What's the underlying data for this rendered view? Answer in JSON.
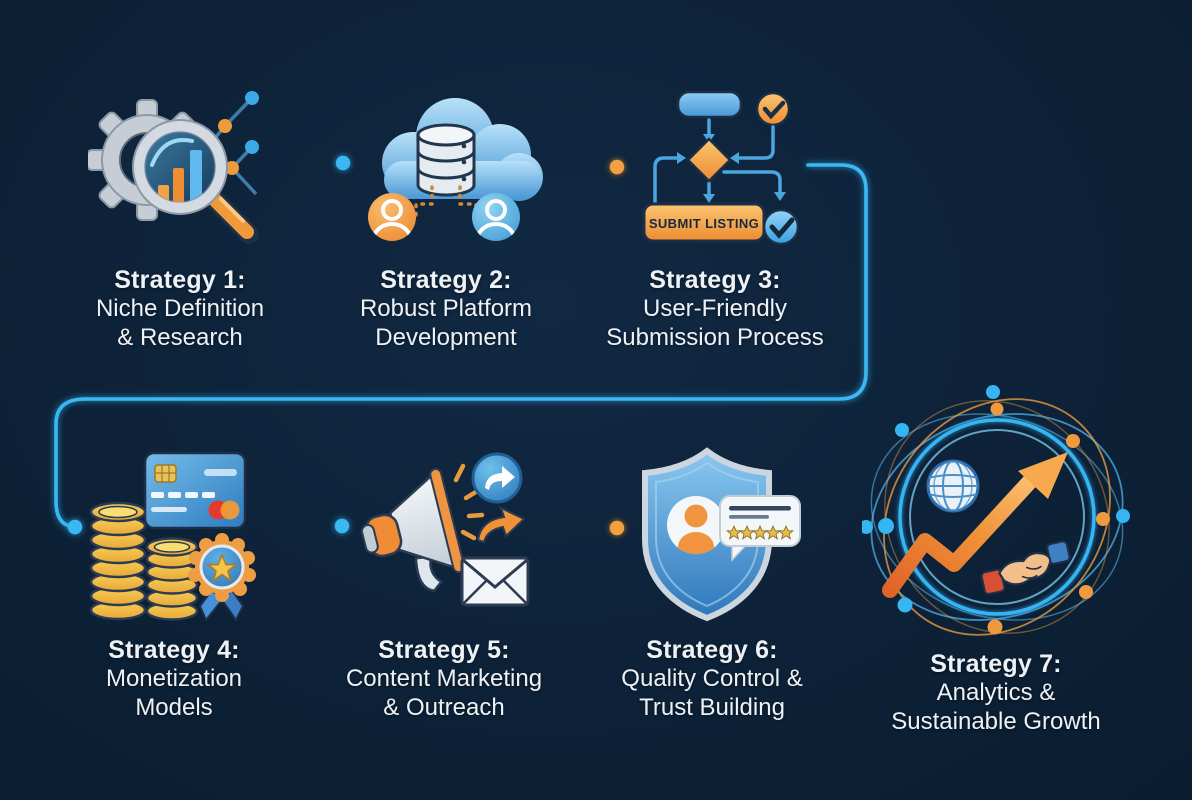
{
  "colors": {
    "background": "#0d2137",
    "accent_blue": "#38b6f0",
    "accent_orange": "#f0952f",
    "text": "#eef2f6"
  },
  "strategies": [
    {
      "title": "Strategy 1:",
      "lines": [
        "Niche Definition",
        "& Research"
      ],
      "icons": [
        "gear-icon",
        "magnifier-bar-chart-icon",
        "data-points-icon"
      ]
    },
    {
      "title": "Strategy 2:",
      "lines": [
        "Robust Platform",
        "Development"
      ],
      "icons": [
        "cloud-icon",
        "database-icon",
        "user-avatar-orange-icon",
        "user-avatar-blue-icon"
      ]
    },
    {
      "title": "Strategy 3:",
      "lines": [
        "User-Friendly",
        "Submission Process"
      ],
      "button_label": "SUBMIT LISTING",
      "icons": [
        "flowchart-start-icon",
        "check-circle-orange-icon",
        "decision-diamond-icon",
        "submit-listing-button",
        "check-circle-blue-icon"
      ]
    },
    {
      "title": "Strategy 4:",
      "lines": [
        "Monetization",
        "Models"
      ],
      "icons": [
        "coin-stacks-icon",
        "credit-card-icon",
        "award-badge-icon"
      ]
    },
    {
      "title": "Strategy 5:",
      "lines": [
        "Content Marketing",
        "& Outreach"
      ],
      "icons": [
        "megaphone-icon",
        "share-circle-icon",
        "curved-arrow-icon",
        "envelope-icon"
      ]
    },
    {
      "title": "Strategy 6:",
      "lines": [
        "Quality Control &",
        "Trust Building"
      ],
      "icons": [
        "shield-icon",
        "user-avatar-icon",
        "review-bubble-icon",
        "five-star-rating-icon"
      ]
    },
    {
      "title": "Strategy 7:",
      "lines": [
        "Analytics &",
        "Sustainable Growth"
      ],
      "icons": [
        "network-orbit-icon",
        "globe-icon",
        "growth-arrow-icon",
        "handshake-icon"
      ]
    }
  ],
  "connectors": [
    {
      "from": "strategy-1",
      "to": "strategy-2",
      "color": "#38b6f0"
    },
    {
      "from": "strategy-2",
      "to": "strategy-3",
      "color": "#f0952f"
    },
    {
      "from": "strategy-3",
      "to": "strategy-4",
      "color": "#38b6f0",
      "route": "right-edge-loop"
    },
    {
      "from": "strategy-4",
      "to": "strategy-5",
      "color": "#38b6f0"
    },
    {
      "from": "strategy-5",
      "to": "strategy-6",
      "color": "#f0952f"
    },
    {
      "from": "strategy-6",
      "to": "strategy-7",
      "color": "#38b6f0"
    }
  ]
}
